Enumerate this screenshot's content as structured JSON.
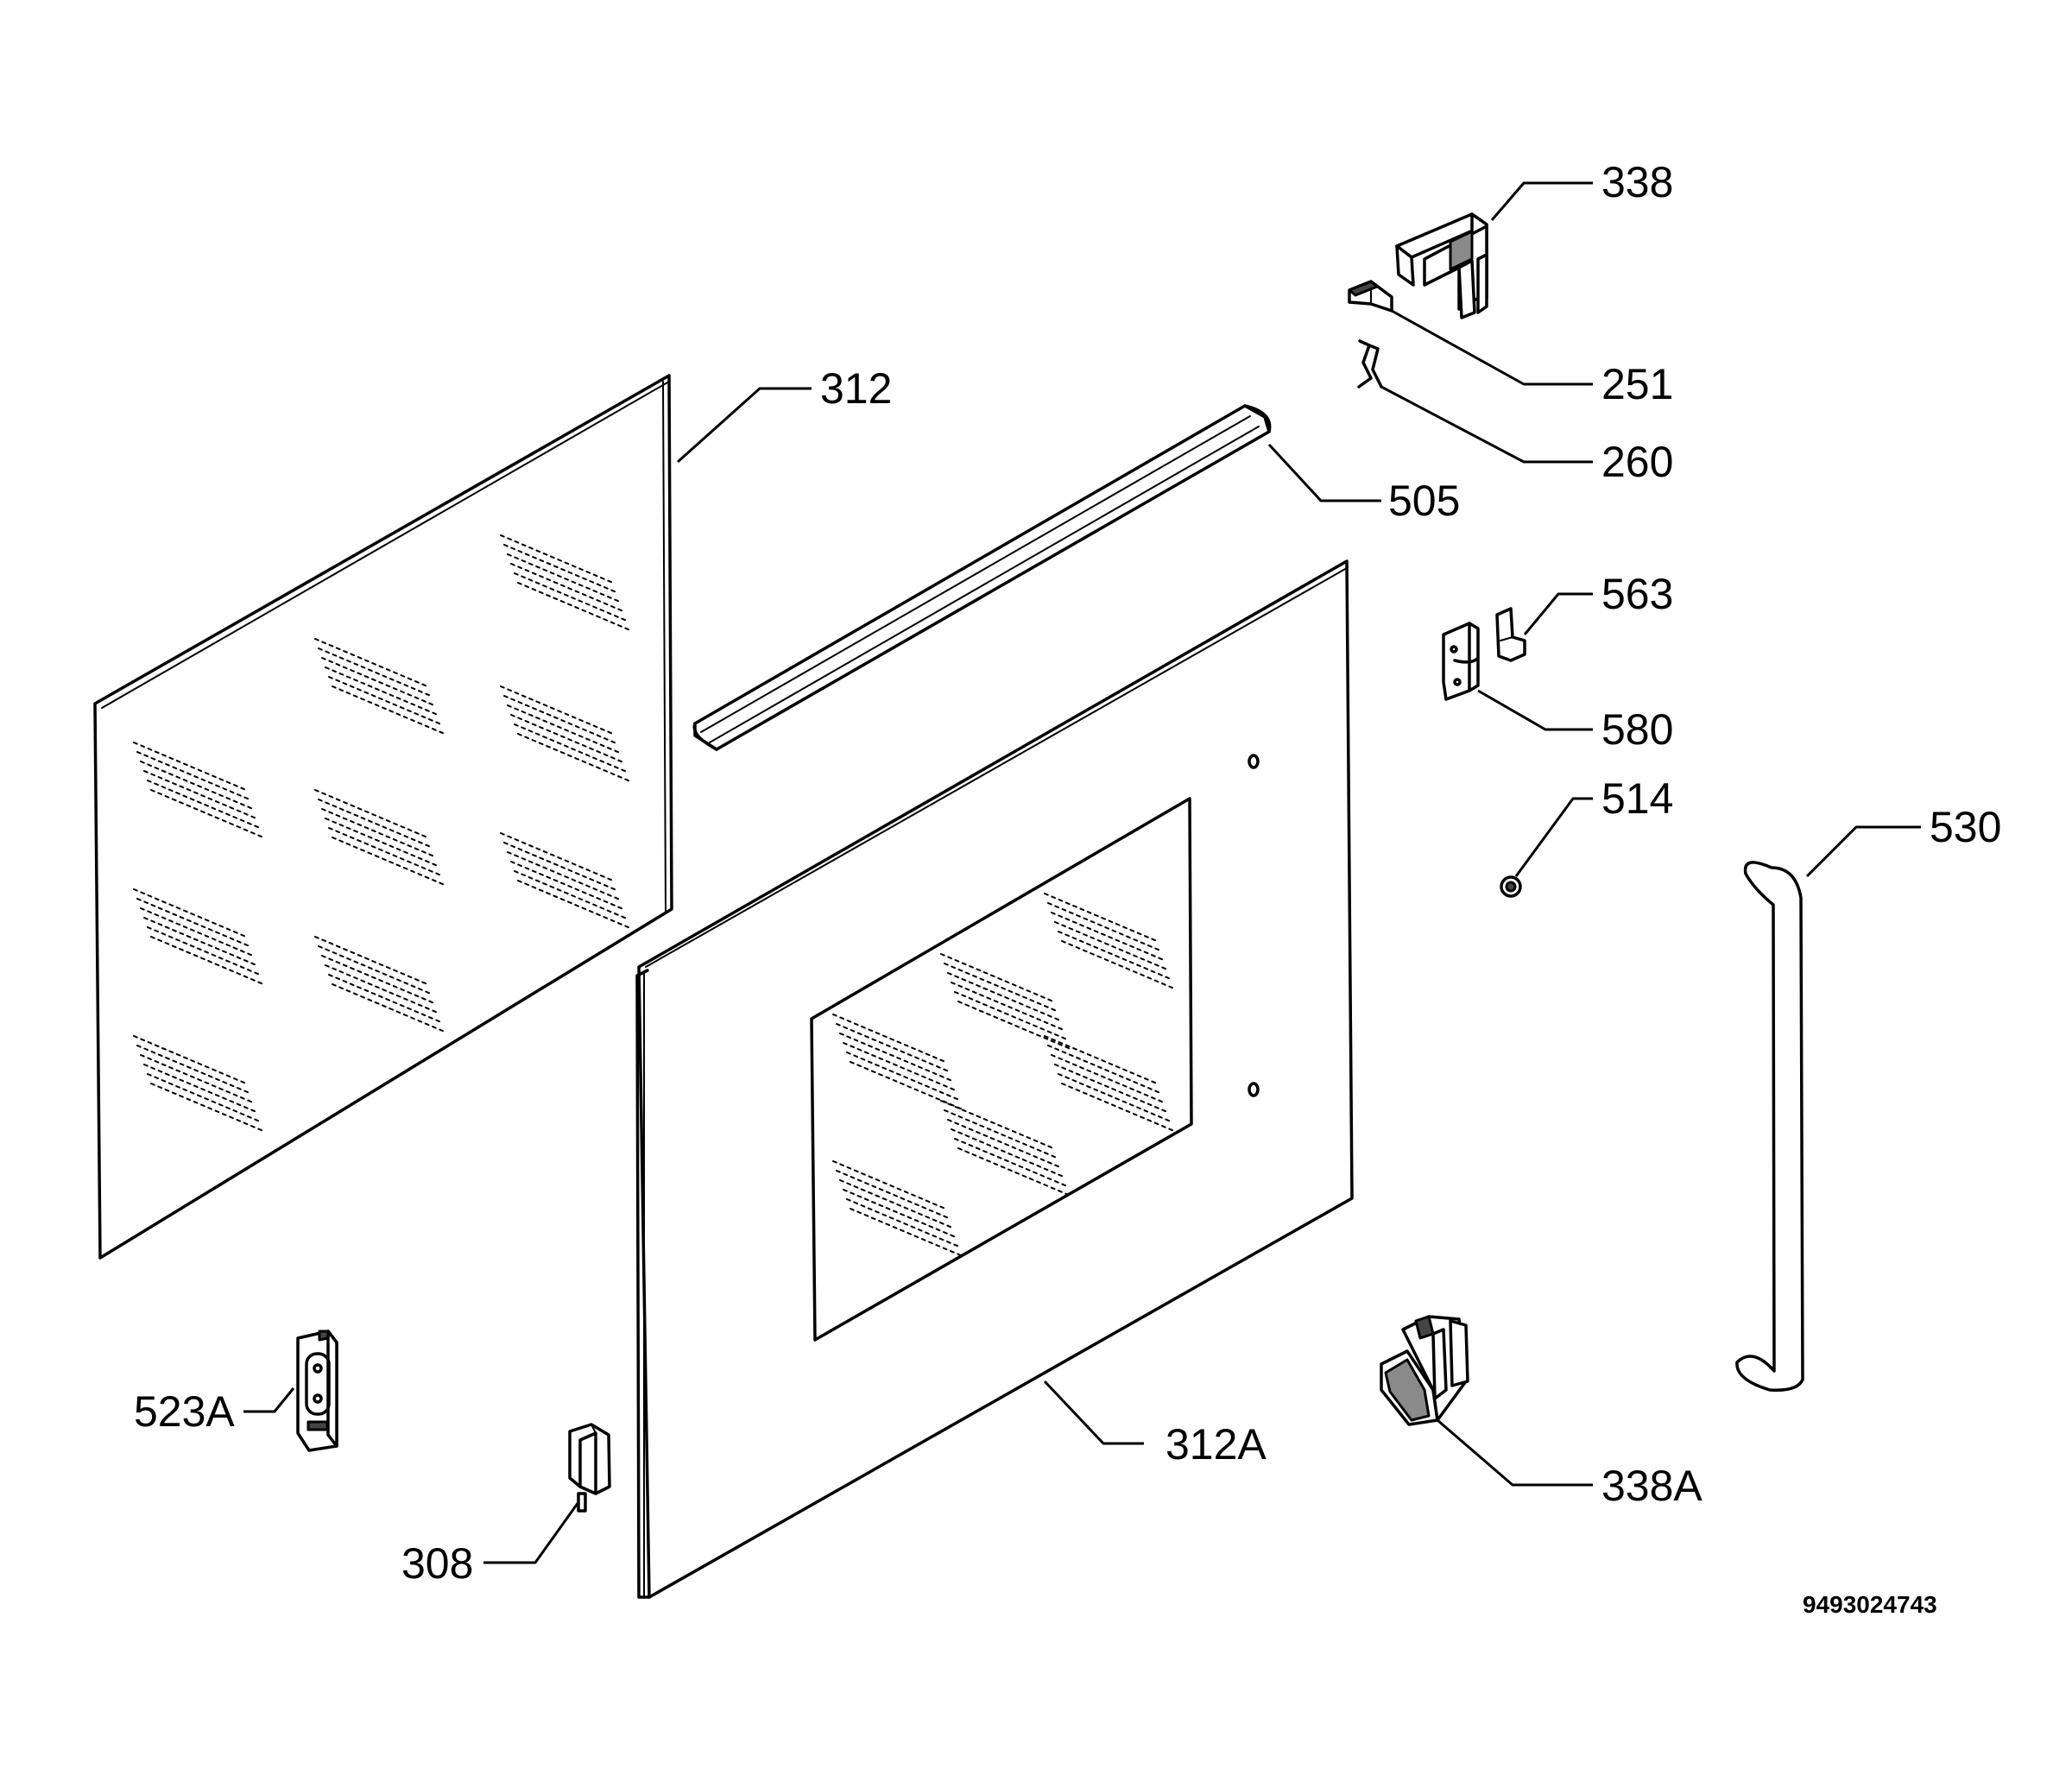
{
  "diagram": {
    "document_number": "9493024743",
    "parts": [
      {
        "label": "338"
      },
      {
        "label": "251"
      },
      {
        "label": "260"
      },
      {
        "label": "312"
      },
      {
        "label": "505"
      },
      {
        "label": "563"
      },
      {
        "label": "580"
      },
      {
        "label": "514"
      },
      {
        "label": "530"
      },
      {
        "label": "523A"
      },
      {
        "label": "312A"
      },
      {
        "label": "338A"
      },
      {
        "label": "308"
      }
    ]
  }
}
